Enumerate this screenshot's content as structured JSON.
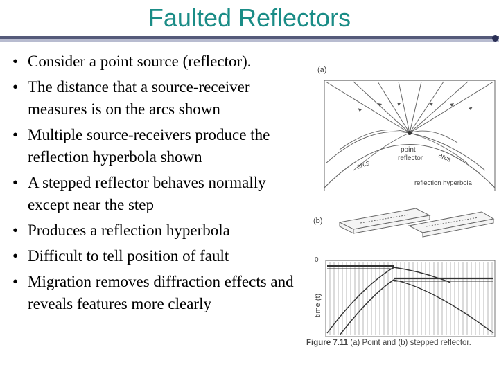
{
  "slide": {
    "title": "Faulted Reflectors",
    "bullets": [
      "Consider a point source (reflector).",
      "The distance that a source-receiver measures is on the arcs shown",
      "Multiple source-receivers produce the reflection hyperbola shown",
      "A stepped reflector behaves normally except near the step",
      "Produces a reflection hyperbola",
      "Difficult to tell position of fault",
      "Migration removes diffraction effects and reveals features more clearly"
    ]
  },
  "figure": {
    "panel_a_label": "(a)",
    "panel_b_label": "(b)",
    "point_label_1": "point",
    "point_label_2": "reflector",
    "arcs_left": "arcs",
    "arcs_right": "arcs",
    "hyperbola_label": "reflection hyperbola",
    "zero_label": "0",
    "time_axis_label": "time (t)",
    "caption_bold": "Figure 7.11",
    "caption_text": " (a) Point and (b) stepped reflector."
  },
  "colors": {
    "title": "#1a8c86",
    "rule": "#555a7a",
    "figure_ink": "#555555"
  }
}
